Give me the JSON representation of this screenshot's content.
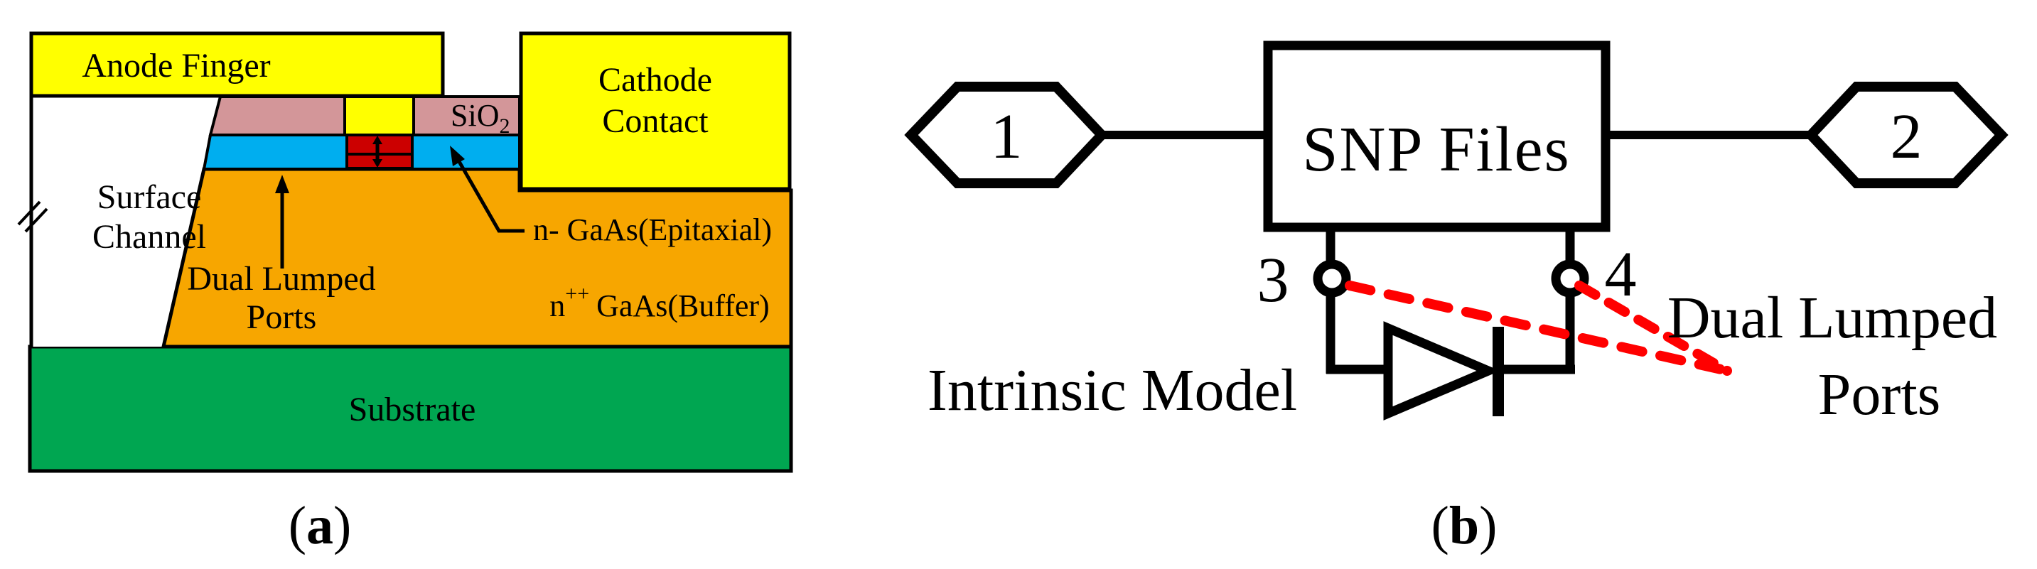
{
  "figure": {
    "panel_a": {
      "label": {
        "open": "(",
        "letter": "a",
        "close": ")"
      },
      "anode_finger": "Anode Finger",
      "cathode_line1": "Cathode",
      "cathode_line2": "Contact",
      "sio2_base": "SiO",
      "sio2_sub": "2",
      "surface_line1": "Surface",
      "surface_line2": "Channel",
      "ports_line1": "Dual Lumped",
      "ports_line2": "Ports",
      "epitaxial_label": "n- GaAs(Epitaxial)",
      "buffer_base": "n",
      "buffer_sup": "++",
      "buffer_rest": "GaAs(Buffer)",
      "substrate_label": "Substrate",
      "colors": {
        "metal_yellow": "#FFFF00",
        "sio2_pink": "#D39699",
        "epitaxial_blue": "#00AEEF",
        "ports_red": "#CC0000",
        "buffer_orange": "#F7A600",
        "substrate_green": "#00A651",
        "channel_white": "#FFFFFF"
      }
    },
    "panel_b": {
      "label": {
        "open": "(",
        "letter": "b",
        "close": ")"
      },
      "port1": "1",
      "port2": "2",
      "port3": "3",
      "port4": "4",
      "box_label": "SNP Files",
      "intrinsic_label": "Intrinsic Model",
      "annotation_line1": "Dual Lumped",
      "annotation_line2": "Ports",
      "annotation_color": "#FF0000"
    }
  }
}
